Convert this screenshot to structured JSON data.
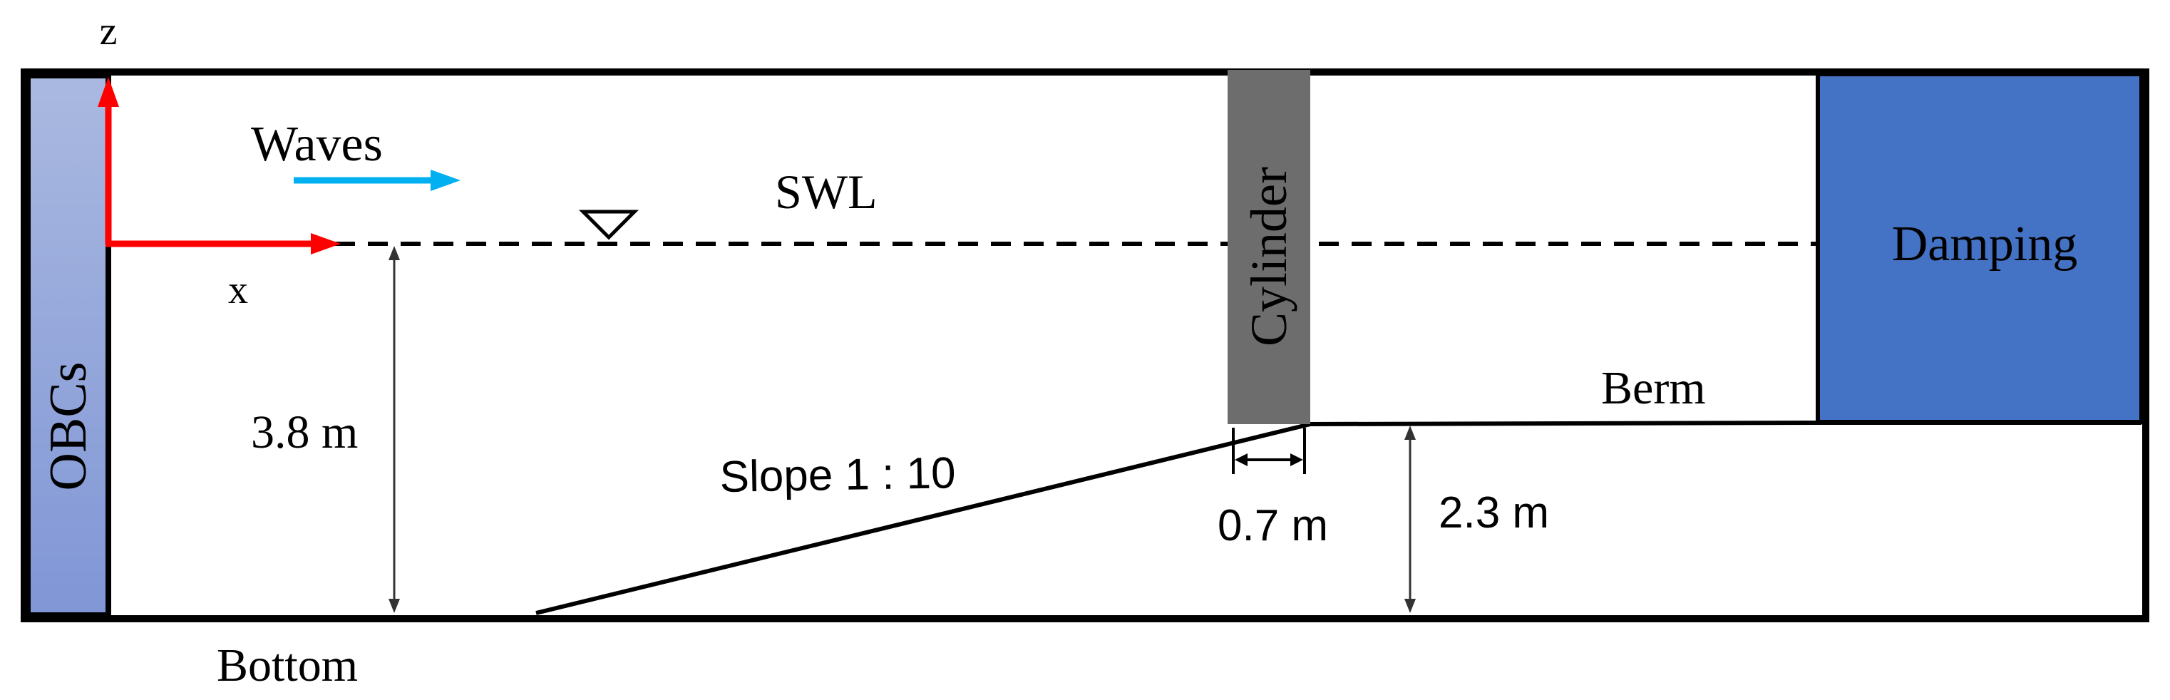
{
  "labels": {
    "z_axis": "z",
    "x_axis": "x",
    "waves": "Waves",
    "swl": "SWL",
    "cylinder": "Cylinder",
    "damping": "Damping",
    "obcs": "OBCs",
    "berm": "Berm",
    "depth": "3.8 m",
    "slope": "Slope 1 : 10",
    "cylinder_width": "0.7 m",
    "berm_height": "2.3 m",
    "bottom": "Bottom"
  },
  "colors": {
    "axis": "#ff0000",
    "wave_arrow": "#00b0f0",
    "damping": "#4472c4",
    "cylinder": "#6d6d6d",
    "obcs_top": "#aab9e0",
    "obcs_bottom": "#8096d6",
    "outline": "#000000"
  },
  "icons": {
    "swl_marker": "inverted-triangle-icon"
  }
}
